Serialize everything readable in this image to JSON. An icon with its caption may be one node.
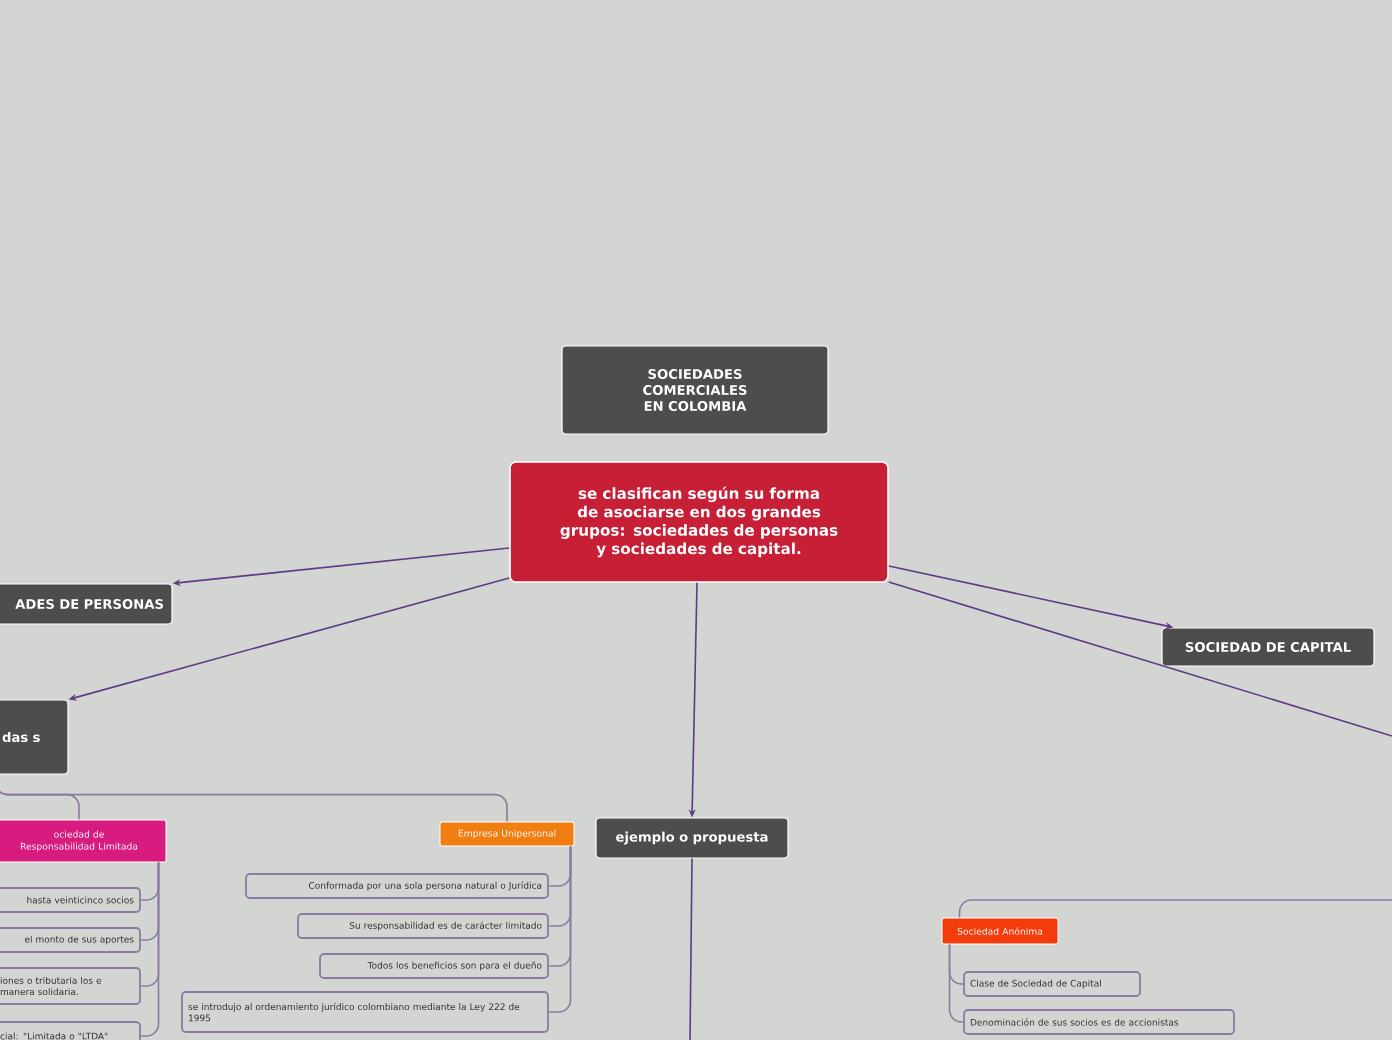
{
  "diagram": {
    "nodes": [
      {
        "text": [
          "SOCIEDADES COMERCIALES EN COLOMBIA"
        ]
      },
      {
        "text": [
          "se clasifican según su forma de asociarse en dos grandes grupos: sociedades de personas y sociedades de capital."
        ]
      },
      {
        "text": [
          "ADES DE  PERSONAS"
        ]
      },
      {
        "text": [
          "das s"
        ]
      },
      {
        "text": [
          "SOCIEDAD DE CAPITAL"
        ]
      },
      {
        "text": [
          "ejemplo o propuesta"
        ]
      },
      {
        "text": [
          "ociedad de Responsabilidad Limitada"
        ]
      },
      {
        "text": [
          "Empresa Unipersonal"
        ]
      },
      {
        "text": [
          "Conformada por una sola persona natural o Jurídica"
        ]
      },
      {
        "text": [
          "Su responsabilidad es de carácter limitado"
        ]
      },
      {
        "text": [
          "Todos los beneficios son para el dueño"
        ]
      },
      {
        "text": [
          "se introdujo al ordenamiento jurídico colombiano mediante la Ley 222 de 1995"
        ]
      },
      {
        "text": [
          "hasta veinticinco socios"
        ]
      },
      {
        "text": [
          "el monto de sus aportes"
        ]
      },
      {
        "text": [
          "iones o tributaria los e manera solidaria."
        ]
      },
      {
        "text": [
          "cial: \"Limitada o \"LTDA\""
        ]
      },
      {
        "text": [
          "Sociedad Anónima"
        ]
      },
      {
        "text": [
          "Clase de Sociedad de Capital"
        ]
      },
      {
        "text": [
          "Denominación de sus socios es de accionistas"
        ]
      }
    ],
    "edges": [
      {
        "from": 1,
        "to": 2,
        "arrow": "to",
        "color": "#5e3a87"
      },
      {
        "from": 1,
        "to": 3,
        "arrow": "to",
        "color": "#5e3a87"
      },
      {
        "from": 1,
        "to": 4,
        "arrow": "to",
        "color": "#5e3a87"
      },
      {
        "from": 1,
        "to": 5,
        "arrow": "to",
        "color": "#5e3a87"
      },
      {
        "from": 1,
        "to": null,
        "arrow": "none",
        "color": "#5e3a87"
      },
      {
        "from": 5,
        "to": null,
        "arrow": "none",
        "color": "#5e3a87"
      },
      {
        "from": 3,
        "to": 6,
        "arrow": "none"
      },
      {
        "from": 3,
        "to": 7,
        "arrow": "none"
      },
      {
        "from": 7,
        "to": 8,
        "arrow": "none"
      },
      {
        "from": 7,
        "to": 9,
        "arrow": "none"
      },
      {
        "from": 7,
        "to": 10,
        "arrow": "none"
      },
      {
        "from": 7,
        "to": 11,
        "arrow": "none"
      },
      {
        "from": 6,
        "to": 12,
        "arrow": "none"
      },
      {
        "from": 6,
        "to": 13,
        "arrow": "none"
      },
      {
        "from": 6,
        "to": 14,
        "arrow": "none"
      },
      {
        "from": 6,
        "to": 15,
        "arrow": "none"
      },
      {
        "from": null,
        "to": 16,
        "arrow": "none"
      },
      {
        "from": 16,
        "to": 17,
        "arrow": "none"
      },
      {
        "from": 16,
        "to": 18,
        "arrow": "none"
      }
    ]
  }
}
